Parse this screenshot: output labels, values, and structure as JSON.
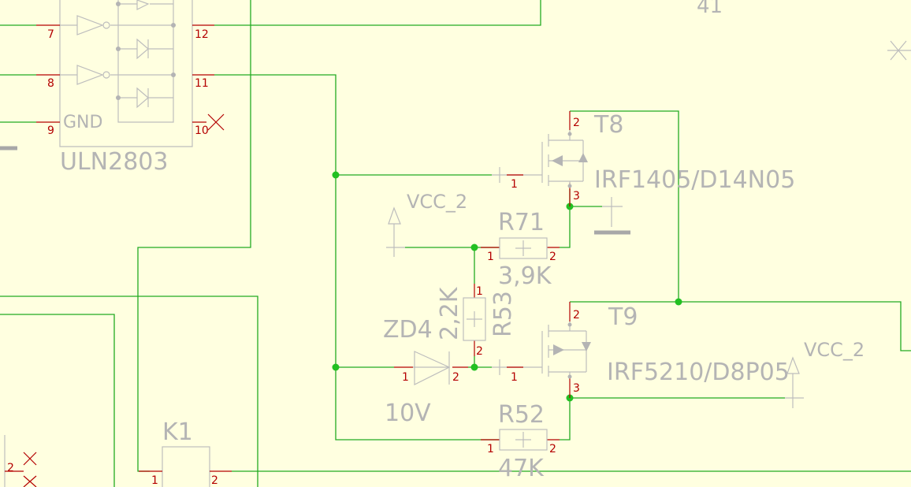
{
  "colors": {
    "background": "#ffffe0",
    "wire": "#22aa22",
    "junction": "#22c022",
    "pin_number": "#b40000",
    "part_outline": "#bdbdbd",
    "label": "#b4b4b4"
  },
  "net_labels": {
    "partial_top": "41",
    "vcc_top": "VCC_2",
    "vcc_right": "VCC_2"
  },
  "uln2803": {
    "name": "ULN2803",
    "gnd_label": "GND",
    "pins": {
      "p7": "7",
      "p8": "8",
      "p9": "9",
      "p10": "10",
      "p11": "11",
      "p12": "12"
    }
  },
  "t8": {
    "ref": "T8",
    "part": "IRF1405/D14N05",
    "pin1": "1",
    "pin2": "2",
    "pin3": "3"
  },
  "t9": {
    "ref": "T9",
    "part": "IRF5210/D8P05",
    "pin1": "1",
    "pin2": "2",
    "pin3": "3"
  },
  "r71": {
    "ref": "R71",
    "value": "3,9K",
    "pin1": "1",
    "pin2": "2"
  },
  "r53": {
    "ref": "R53",
    "value": "2,2K",
    "pin1": "1",
    "pin2": "2"
  },
  "r52": {
    "ref": "R52",
    "value": "47K",
    "pin1": "1",
    "pin2": "2"
  },
  "zd4": {
    "ref": "ZD4",
    "value": "10V",
    "pin1": "1",
    "pin2": "2"
  },
  "k1": {
    "ref": "K1",
    "pin1": "1",
    "pin2": "2"
  },
  "left_part": {
    "pin2": "2"
  }
}
